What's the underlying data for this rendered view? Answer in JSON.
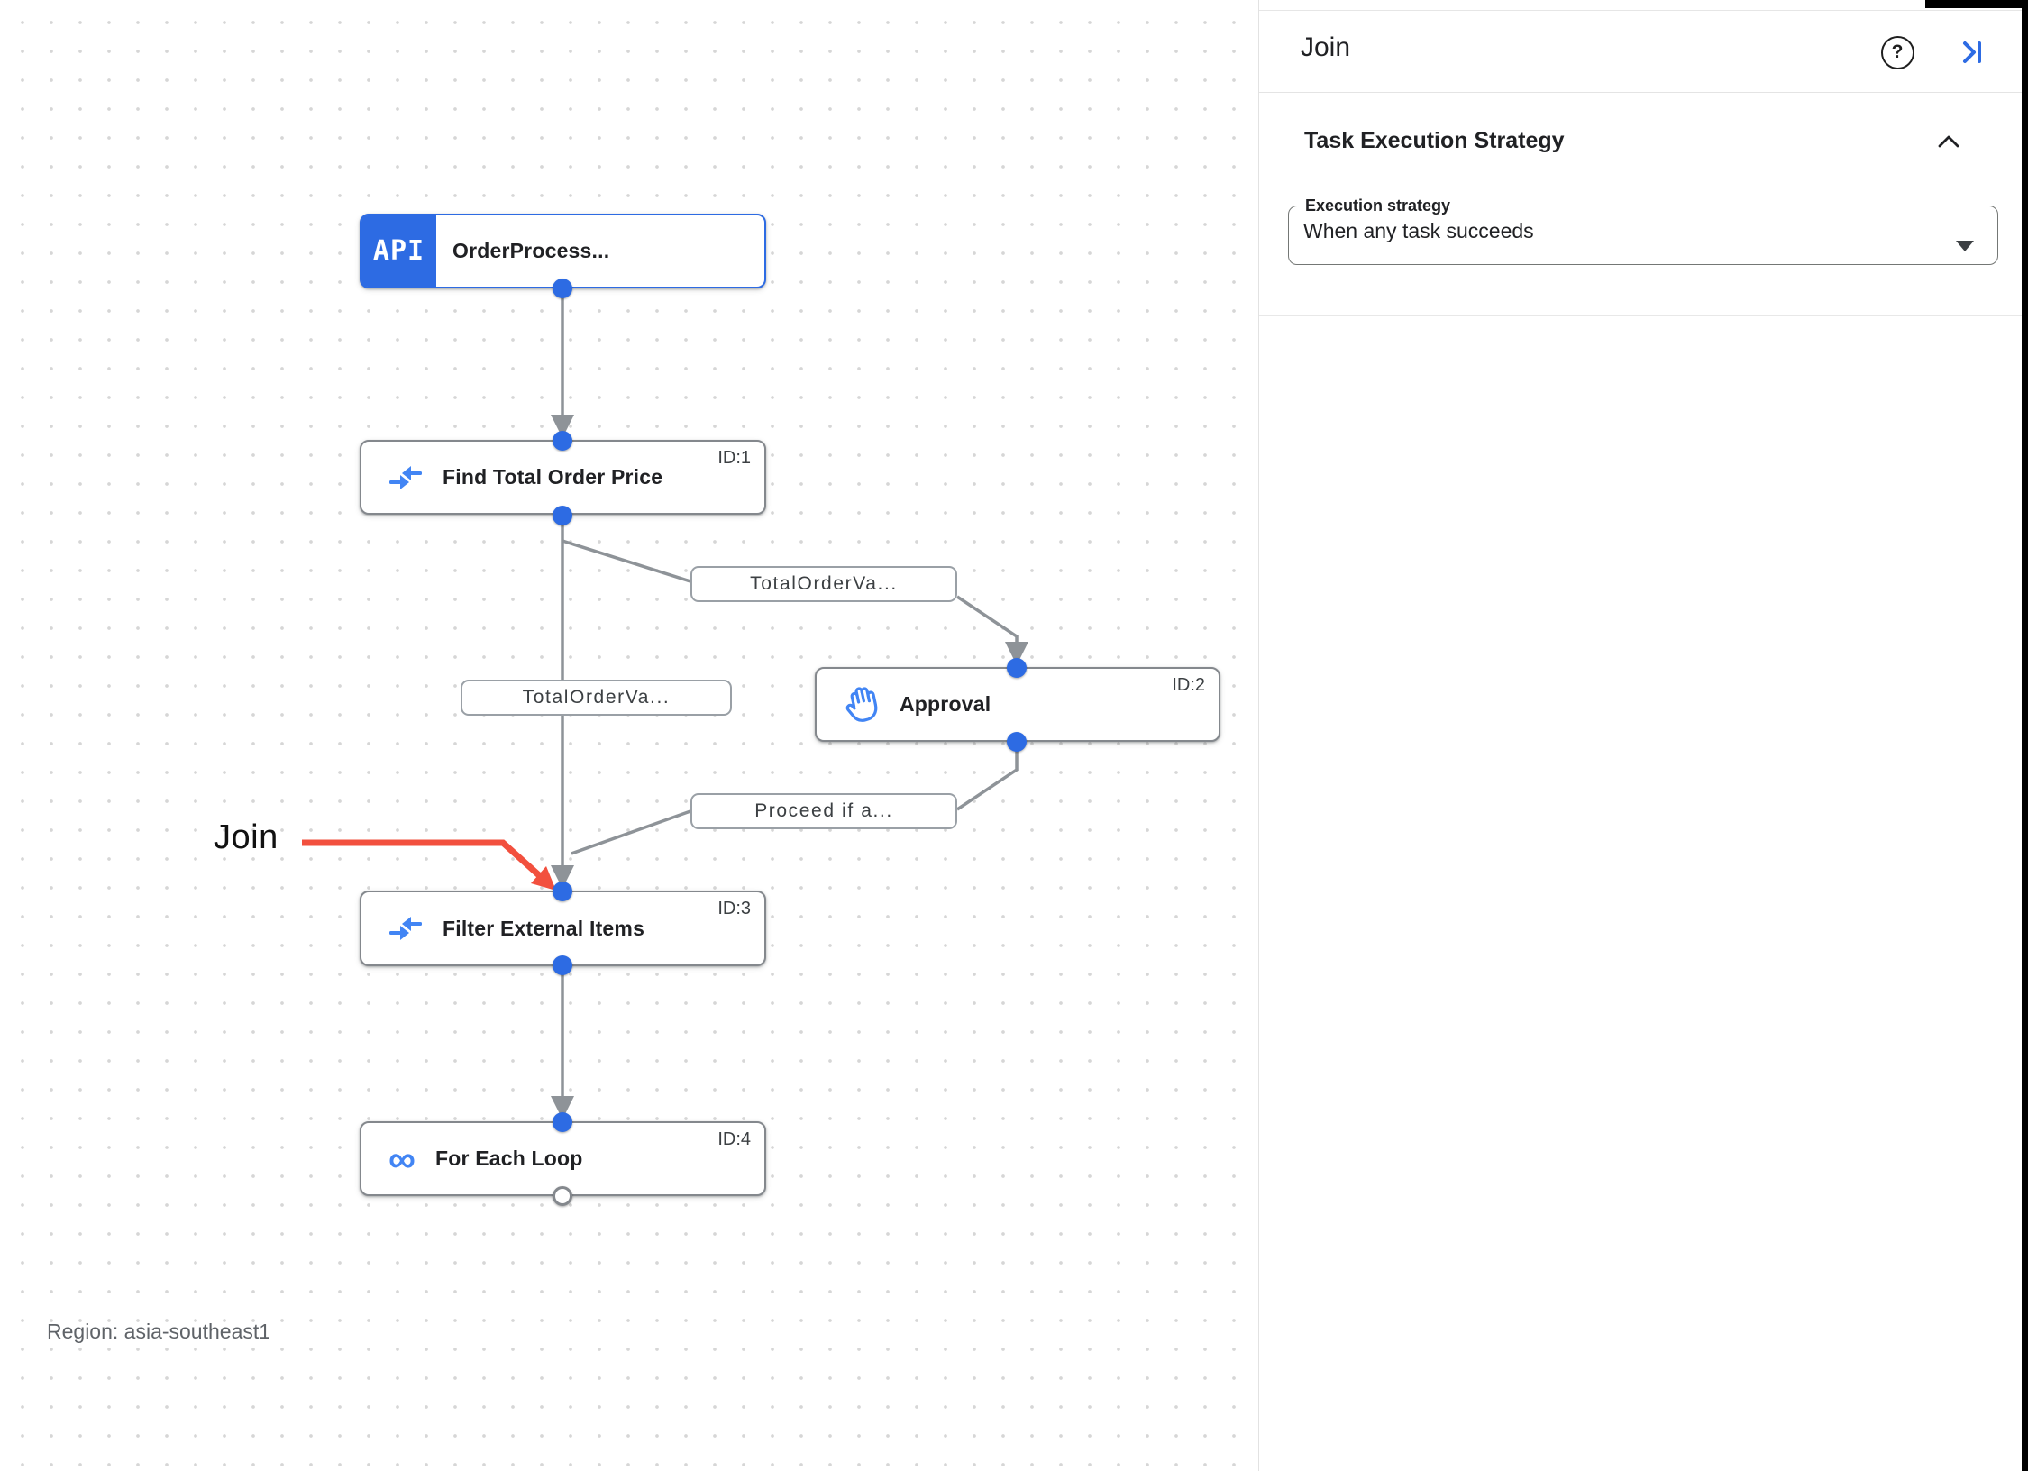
{
  "panel": {
    "title": "Join",
    "help_glyph": "?",
    "section": {
      "heading": "Task Execution Strategy",
      "field_label": "Execution strategy",
      "field_value": "When any task succeeds"
    }
  },
  "canvas": {
    "region_label": "Region: asia-southeast1",
    "annotation": {
      "text": "Join",
      "color": "#f2503e"
    },
    "nodes": [
      {
        "key": "order-process",
        "badge": "API",
        "title": "OrderProcess...",
        "id_label": ""
      },
      {
        "key": "find-total-order-price",
        "title": "Find Total Order Price",
        "id_label": "ID:1",
        "icon": "data-mapping"
      },
      {
        "key": "approval",
        "title": "Approval",
        "id_label": "ID:2",
        "icon": "hand"
      },
      {
        "key": "filter-external-items",
        "title": "Filter External Items",
        "id_label": "ID:3",
        "icon": "data-mapping"
      },
      {
        "key": "for-each-loop",
        "title": "For Each Loop",
        "id_label": "ID:4",
        "icon": "loop",
        "icon_glyph": "∞"
      }
    ],
    "edge_labels": [
      {
        "text": "TotalOrderVa..."
      },
      {
        "text": "TotalOrderVa..."
      },
      {
        "text": "Proceed if a..."
      }
    ],
    "colors": {
      "accent_blue": "#2d6be3",
      "icon_blue": "#4285f4",
      "edge_gray": "#8e9398",
      "annotation_red": "#f2503e"
    }
  }
}
